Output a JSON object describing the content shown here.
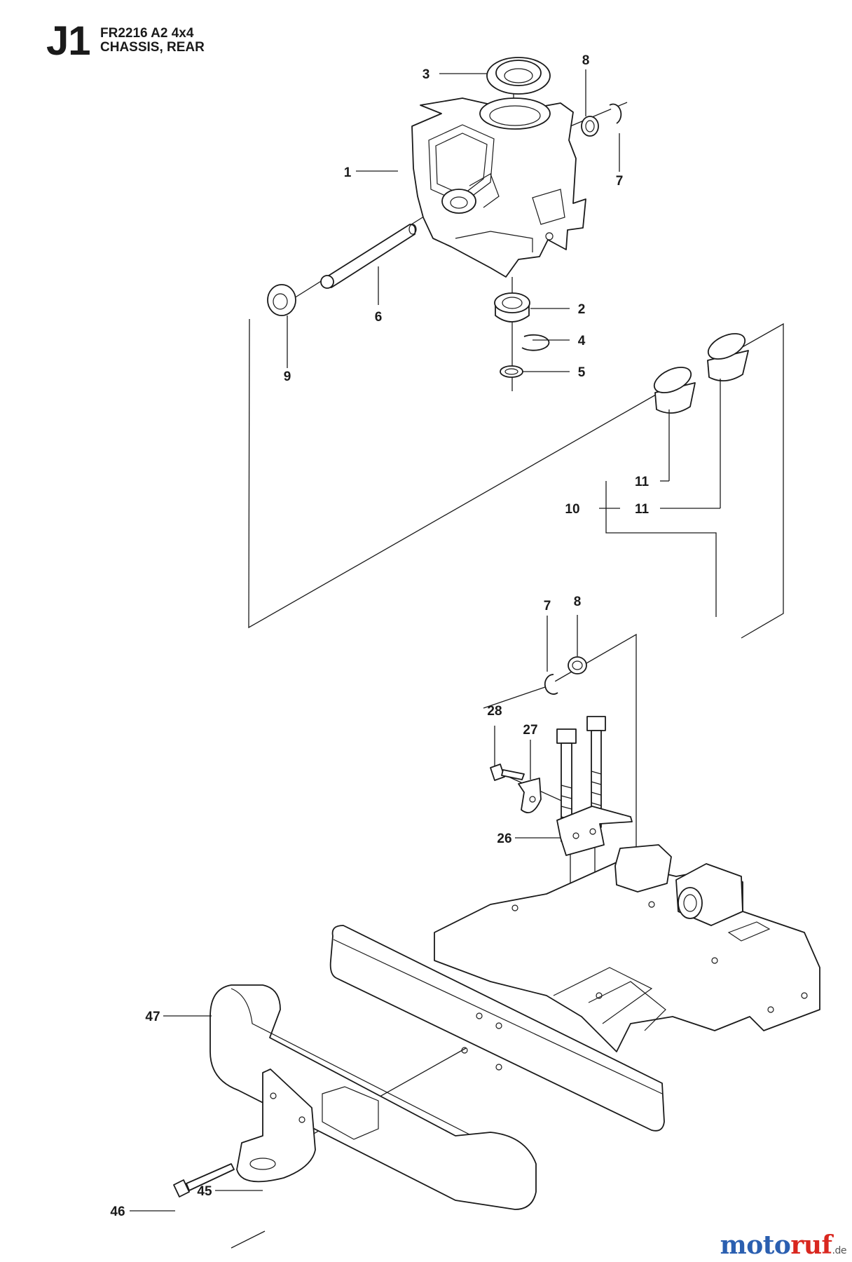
{
  "header": {
    "page_code": "J1",
    "model": "FR2216 A2 4x4",
    "section": "CHASSIS, REAR"
  },
  "callouts": [
    {
      "id": "c3",
      "text": "3"
    },
    {
      "id": "c8a",
      "text": "8"
    },
    {
      "id": "c1",
      "text": "1"
    },
    {
      "id": "c7a",
      "text": "7"
    },
    {
      "id": "c6",
      "text": "6"
    },
    {
      "id": "c2",
      "text": "2"
    },
    {
      "id": "c4",
      "text": "4"
    },
    {
      "id": "c9",
      "text": "9"
    },
    {
      "id": "c5",
      "text": "5"
    },
    {
      "id": "c11a",
      "text": "11"
    },
    {
      "id": "c10",
      "text": "10"
    },
    {
      "id": "c11b",
      "text": "11"
    },
    {
      "id": "c7b",
      "text": "7"
    },
    {
      "id": "c8b",
      "text": "8"
    },
    {
      "id": "c28",
      "text": "28"
    },
    {
      "id": "c27",
      "text": "27"
    },
    {
      "id": "c26",
      "text": "26"
    },
    {
      "id": "c47",
      "text": "47"
    },
    {
      "id": "c45",
      "text": "45"
    },
    {
      "id": "c46",
      "text": "46"
    }
  ],
  "logo": {
    "brand_blue": "moto",
    "brand_red": "ruf",
    "tld": ".de",
    "colors": {
      "blue": "#2b5fb0",
      "red": "#d9271f"
    }
  }
}
